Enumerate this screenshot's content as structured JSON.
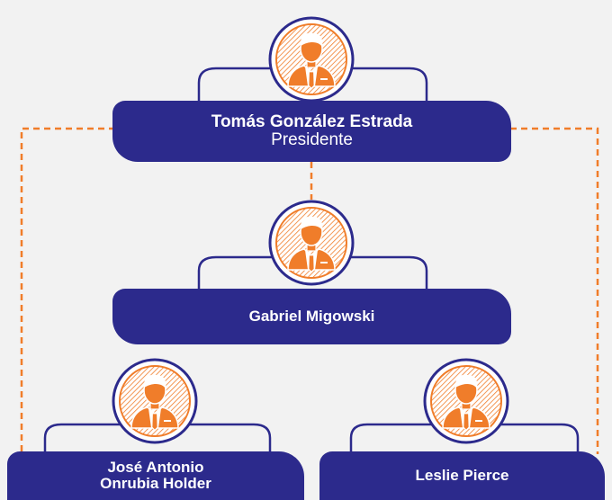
{
  "colors": {
    "background": "#f2f2f2",
    "card": "#2c2a8c",
    "connector_dashed": "#f07d2a",
    "avatar_accent": "#f07d2a"
  },
  "people": {
    "president": {
      "name": "Tomás González Estrada",
      "role": "Presidente"
    },
    "middle": {
      "name": "Gabriel Migowski"
    },
    "left": {
      "name_line1": "José Antonio",
      "name_line2": "Onrubia Holder"
    },
    "right": {
      "name": "Leslie Pierce"
    }
  },
  "icons": [
    "person-avatar-icon"
  ]
}
